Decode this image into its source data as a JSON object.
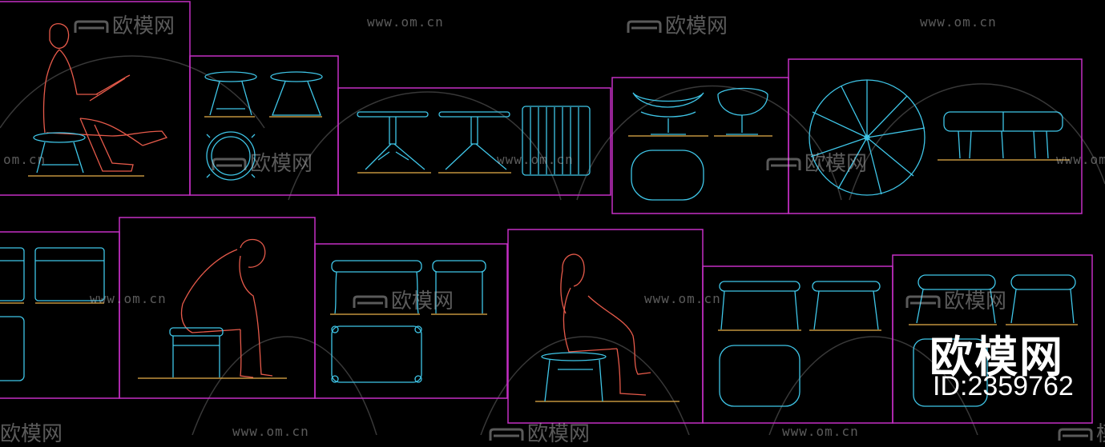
{
  "watermark": {
    "url_text": "www.om.cn",
    "url_partial": "om.cn",
    "brand_text": "欧模网",
    "brand_partial": "欧模网",
    "brand_clip": "模网"
  },
  "logo": {
    "title": "欧模网",
    "id_label": "ID:2359762"
  },
  "colors": {
    "frame": "#c42fc4",
    "furniture": "#3fc6e8",
    "figure": "#e65a4a",
    "floor": "#e8b04a",
    "background": "#000000"
  },
  "icons": [
    "sofa-watermark-icon",
    "seated-figure-icon",
    "stool-icon",
    "table-icon",
    "egg-chair-icon",
    "bench-icon",
    "ottoman-icon"
  ]
}
